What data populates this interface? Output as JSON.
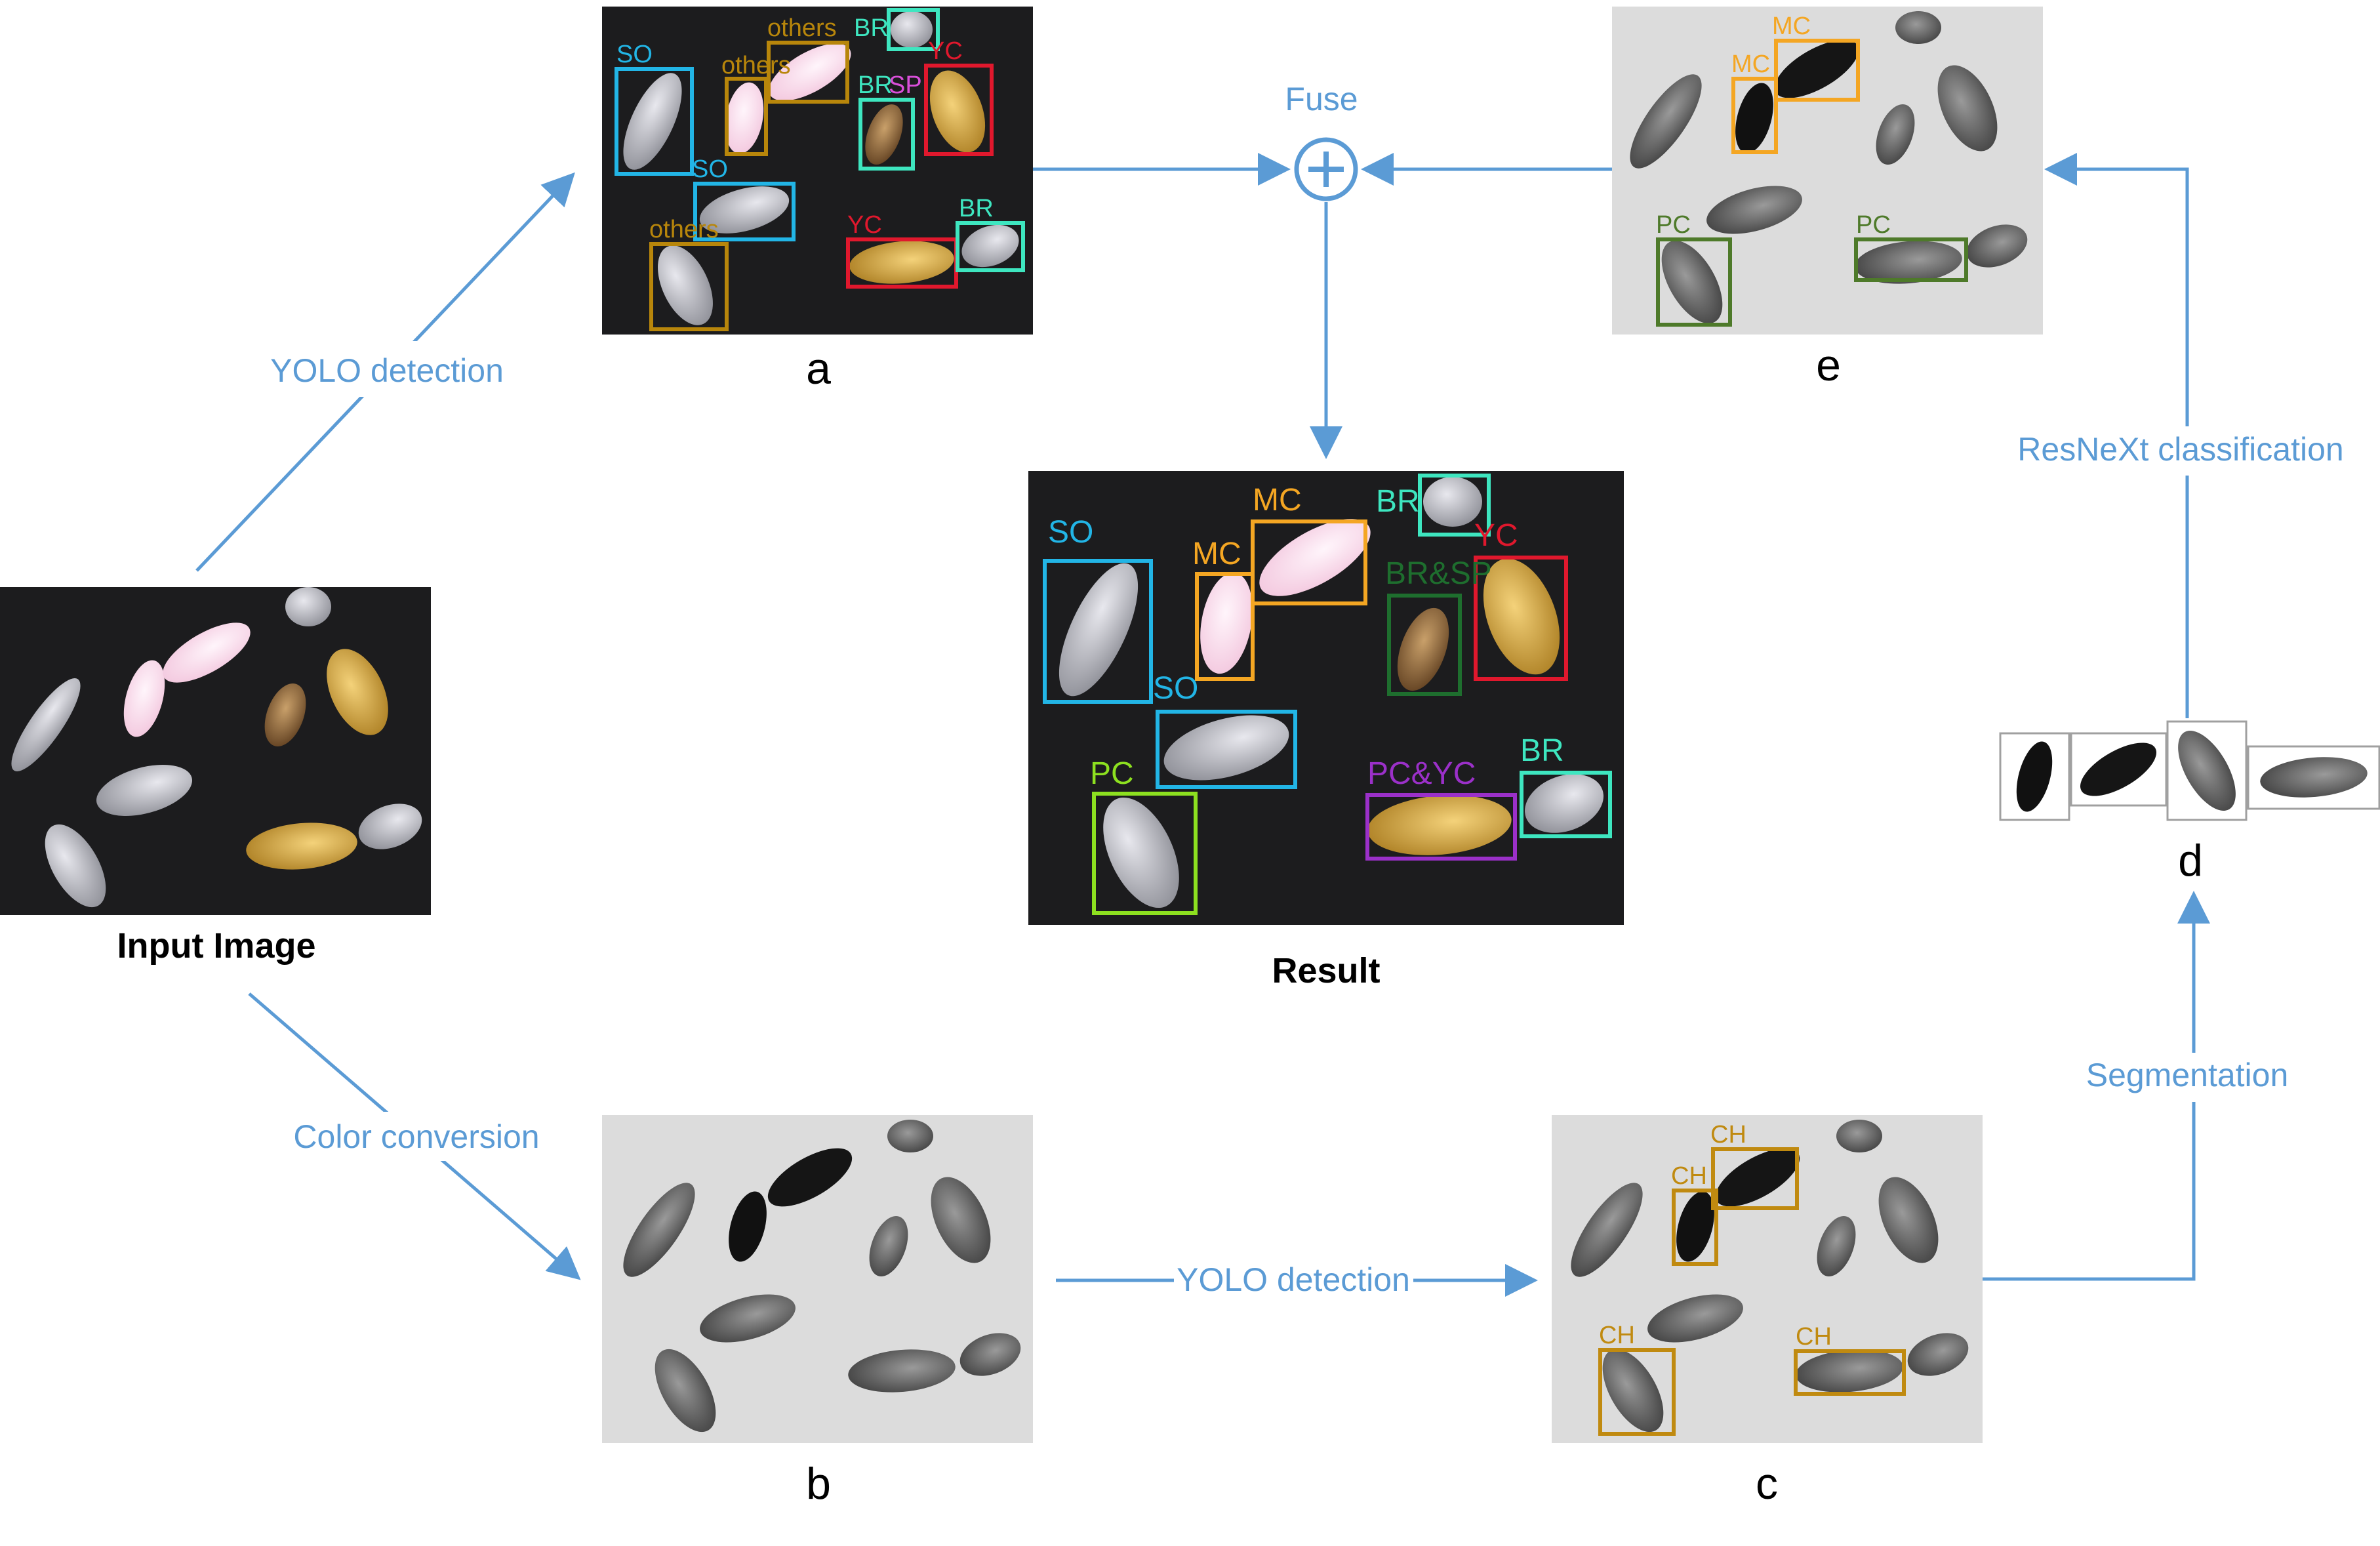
{
  "panels": {
    "input": {
      "caption": "Input Image"
    },
    "a": {
      "letter": "a"
    },
    "b": {
      "letter": "b"
    },
    "c": {
      "letter": "c"
    },
    "d": {
      "letter": "d"
    },
    "e": {
      "letter": "e"
    },
    "result": {
      "caption": "Result"
    }
  },
  "flow_labels": {
    "yolo_top": "YOLO detection",
    "color_conversion": "Color conversion",
    "yolo_bottom": "YOLO detection",
    "segmentation": "Segmentation",
    "resnext": "ResNeXt classification",
    "fuse": "Fuse"
  },
  "labels_a": [
    "SO",
    "others",
    "others",
    "BR",
    "BR",
    "SP",
    "YC",
    "SO",
    "others",
    "YC",
    "BR"
  ],
  "labels_c": [
    "CH",
    "CH",
    "CH",
    "CH"
  ],
  "labels_e": [
    "MC",
    "MC",
    "PC",
    "PC"
  ],
  "labels_result": [
    "SO",
    "MC",
    "MC",
    "BR",
    "YC",
    "BR&SP",
    "SO",
    "PC",
    "PC&YC",
    "BR"
  ],
  "colors": {
    "arrow": "#5b9bd5",
    "SO": "#22b5e6",
    "others": "#b8860b",
    "BR": "#3ee6c0",
    "SP": "#d94fd9",
    "YC": "#e0182d",
    "MC": "#f4a623",
    "PC_e": "#4e7a2a",
    "PC_result": "#8de020",
    "BR_SP": "#1e6e2e",
    "PC_YC": "#9b30c9",
    "CH": "#c08a10"
  }
}
